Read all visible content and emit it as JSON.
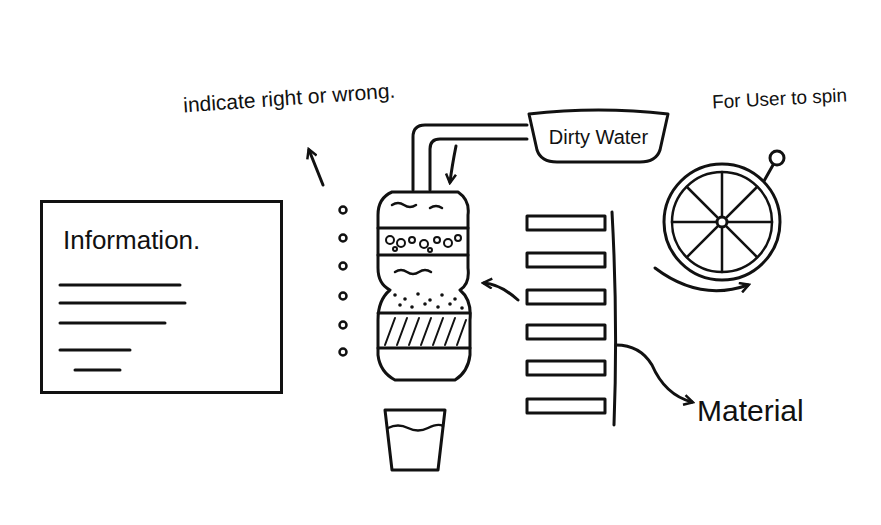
{
  "diagram": {
    "nodes": [
      {
        "text": [
          "Dirty Water"
        ]
      },
      {
        "text": [
          "Information."
        ]
      }
    ],
    "labels": [
      "indicate right or wrong.",
      "For User to spin",
      "Material"
    ]
  }
}
